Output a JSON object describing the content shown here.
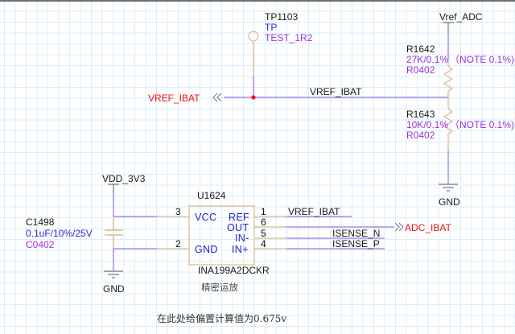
{
  "colors": {
    "wire": "#9a74ea",
    "part_body": "#d9b98a",
    "power_stub": "#7a7a7a",
    "junction": "#ee1111",
    "port_text": "#ee1111",
    "grid": "#d8eefa"
  },
  "test_point": {
    "designator": "TP1103",
    "value": "TP",
    "footprint": "TEST_1R2"
  },
  "power_ports": {
    "vref_adc": "Vref_ADC",
    "vdd_3v3": "VDD_3V3",
    "gnd_right": "GND",
    "gnd_left": "GND"
  },
  "resistors": [
    {
      "designator": "R1642",
      "value": "27K/0.1%",
      "note": "（NOTE 0.1%)",
      "footprint": "R0402"
    },
    {
      "designator": "R1643",
      "value": "10K/0.1%",
      "note": "（NOTE 0.1%)",
      "footprint": "R0402"
    }
  ],
  "capacitor": {
    "designator": "C1498",
    "value": "0.1uF/10%/25V",
    "footprint": "C0402"
  },
  "ic": {
    "designator": "U1624",
    "part_number": "INA199A2DCKR",
    "description": "精密运放",
    "left_pins": [
      {
        "number": "3",
        "name": "VCC"
      },
      {
        "number": "2",
        "name": "GND"
      }
    ],
    "right_pins": [
      {
        "number": "1",
        "name": "REF"
      },
      {
        "number": "6",
        "name": "OUT"
      },
      {
        "number": "5",
        "name": "IN-"
      },
      {
        "number": "4",
        "name": "IN+"
      }
    ]
  },
  "nets": {
    "vref_ibat_top": "VREF_IBAT",
    "vref_ibat_pin": "VREF_IBAT",
    "isense_n": "ISENSE_N",
    "isense_p": "ISENSE_P"
  },
  "ports": {
    "vref_ibat": "VREF_IBAT",
    "adc_ibat": "ADC_IBAT"
  },
  "annotation": "在此处给偏置计算值为0.675v"
}
